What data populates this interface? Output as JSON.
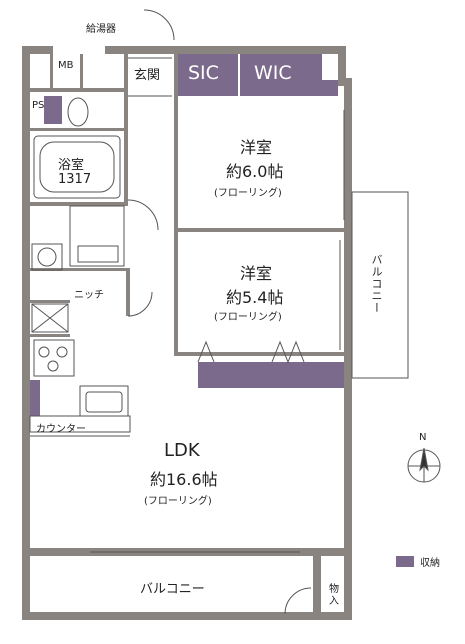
{
  "rooms": {
    "mb": "MB",
    "water_heater": "給湯器",
    "entrance": "玄関",
    "sic": "SIC",
    "wic": "WIC",
    "ps": "PS",
    "bath_name": "浴室",
    "bath_size": "1317",
    "bedroom1_name": "洋室",
    "bedroom1_size": "約6.0帖",
    "bedroom1_floor": "(フローリング)",
    "bedroom2_name": "洋室",
    "bedroom2_size": "約5.4帖",
    "bedroom2_floor": "(フローリング)",
    "niche": "ニッチ",
    "counter": "カウンター",
    "ldk_name": "LDK",
    "ldk_size": "約16.6帖",
    "ldk_floor": "(フローリング)",
    "balcony_side": "バルコニー",
    "balcony_bottom": "バルコニー",
    "storage_in": "物入"
  },
  "compass": {
    "north": "N"
  },
  "legend": {
    "storage": "収納"
  },
  "colors": {
    "wall": "#8a8480",
    "storage": "#7b6a8c",
    "line": "#555555"
  }
}
